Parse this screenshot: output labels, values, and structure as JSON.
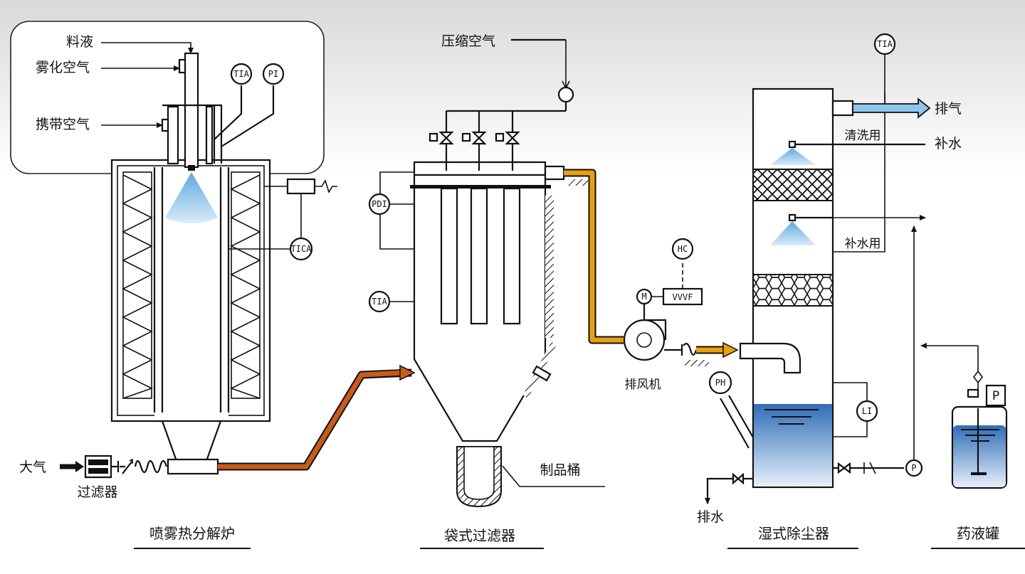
{
  "labels": {
    "feed_liquid": "料液",
    "atomizing_air": "雾化空气",
    "carrier_air": "携带空气",
    "atmosphere": "大气",
    "filter": "过滤器",
    "compressed_air": "压缩空气",
    "product_drum": "制品桶",
    "exhaust_fan": "排风机",
    "vvvf": "VVVF",
    "exhaust": "排气",
    "wash_use": "清洗用",
    "makeup_water": "补水",
    "makeup_water_use": "补水用",
    "drain": "排水"
  },
  "instruments": {
    "tia_reactor": "TIA",
    "pi_reactor": "PI",
    "tica": "TICA",
    "pdi": "PDI",
    "tia_filter": "TIA",
    "hc": "HC",
    "motor": "M",
    "tia_stack": "TIA",
    "ph": "PH",
    "li": "LI",
    "pump": "P",
    "tank_pump": "P"
  },
  "sections": {
    "reactor": "喷雾热分解炉",
    "bag_filter": "袋式过滤器",
    "scrubber": "湿式除尘器",
    "chem_tank": "药液罐"
  },
  "colors": {
    "hot_duct": "#c85a1c",
    "warm_duct": "#e8a012",
    "exhaust_duct": "#8ec6ec",
    "liquid": "#3a78c0",
    "spray": "#a8d4ef"
  }
}
